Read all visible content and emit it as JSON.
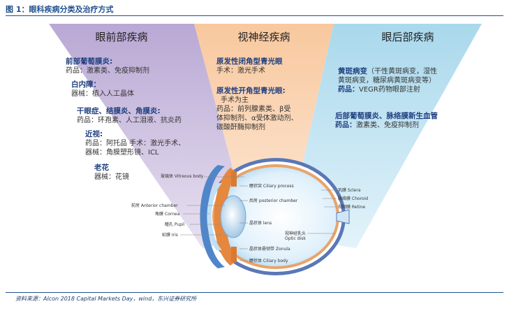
{
  "figure_title": "图 1：眼科疾病分类及治疗方式",
  "source_note": "资料来源：Alcon 2018 Capital Markets Day，wind，东兴证券研究所",
  "colors": {
    "anterior_panel": "#c6b8dc",
    "optic_panel": "#fbd4b0",
    "posterior_panel": "#c8e6f2"
  },
  "columns": {
    "anterior": {
      "header": "眼前部疾病",
      "items": [
        {
          "title": "前部葡萄膜炎:",
          "lines": [
            "药品：激素类、免疫抑制剂"
          ]
        },
        {
          "title": "白内障：",
          "lines": [
            "器械：植入人工晶体"
          ]
        },
        {
          "title": "干眼症、结膜炎、角膜炎:",
          "lines": [
            "药品：环孢素、人工泪液、抗炎药"
          ]
        },
        {
          "title": "近视:",
          "lines": [
            "药品：阿托品 手术：激光手术、",
            "器械：角膜塑形镜、ICL"
          ]
        },
        {
          "title": "老花",
          "lines": [
            "器械：花镜"
          ]
        }
      ]
    },
    "optic": {
      "header": "视神经疾病",
      "items": [
        {
          "title": "原发性闭角型青光眼",
          "lines": [
            "手术：激光手术"
          ]
        },
        {
          "title": "原发性开角型青光眼:",
          "lines": [
            "手术为主",
            "药品：前列腺素类、β受",
            "体抑制剂、α受体激动剂、",
            "碳酸酐酶抑制剂"
          ]
        }
      ]
    },
    "posterior": {
      "header": "眼后部疾病",
      "items": [
        {
          "title": "黄斑病变",
          "title_note": "（干性黄斑病变，湿性",
          "lines": [
            "黄斑病变，糖尿病黄斑病变等）"
          ],
          "drug_label": "药品：",
          "drug_value": "VEGR药物眼部注射"
        },
        {
          "title": "后部葡萄膜炎、脉络膜新生血管",
          "drug_label": "药品：",
          "drug_value": "激素类、免疫抑制剂"
        }
      ]
    }
  },
  "eye_labels": {
    "vitreous": "玻璃体 Vitreous body",
    "ciliary_process": "睫状突  Ciliary process",
    "posterior_chamber": "后房  posterior chamber",
    "anterior_chamber": "前房 Anterior chamber",
    "cornea": "角膜 Cornea",
    "pupil": "瞳孔 Pupil",
    "iris": "虹膜 Iris",
    "lens": "晶状体 lens",
    "zonula": "晶状体悬韧带 Zonula",
    "ciliary_body": "睫状体 Ciliary body",
    "optic_disk": [
      "视神经乳头",
      "Optic disk"
    ],
    "sclera": "巩膜 Sclera",
    "choroid": "脉络膜 Choroid",
    "retina": "视网膜 Retine"
  }
}
